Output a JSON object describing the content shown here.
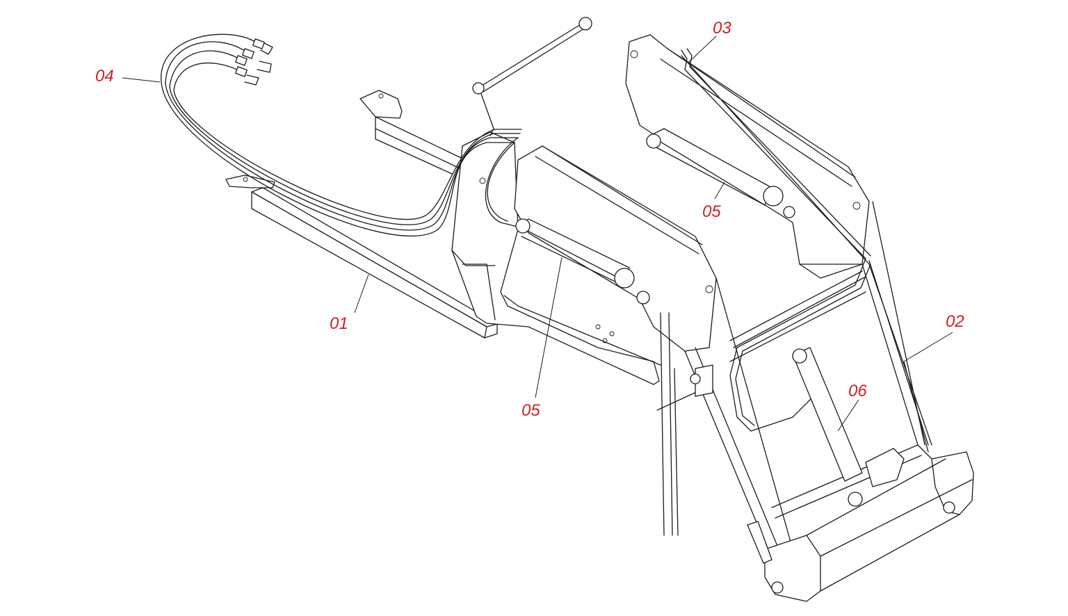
{
  "colors": {
    "callout": "#d21f1f",
    "line": "#1a1a1a",
    "background": "#ffffff"
  },
  "callouts": {
    "c01": "01",
    "c02": "02",
    "c03": "03",
    "c04": "04",
    "c05a": "05",
    "c05b": "05",
    "c06": "06"
  }
}
